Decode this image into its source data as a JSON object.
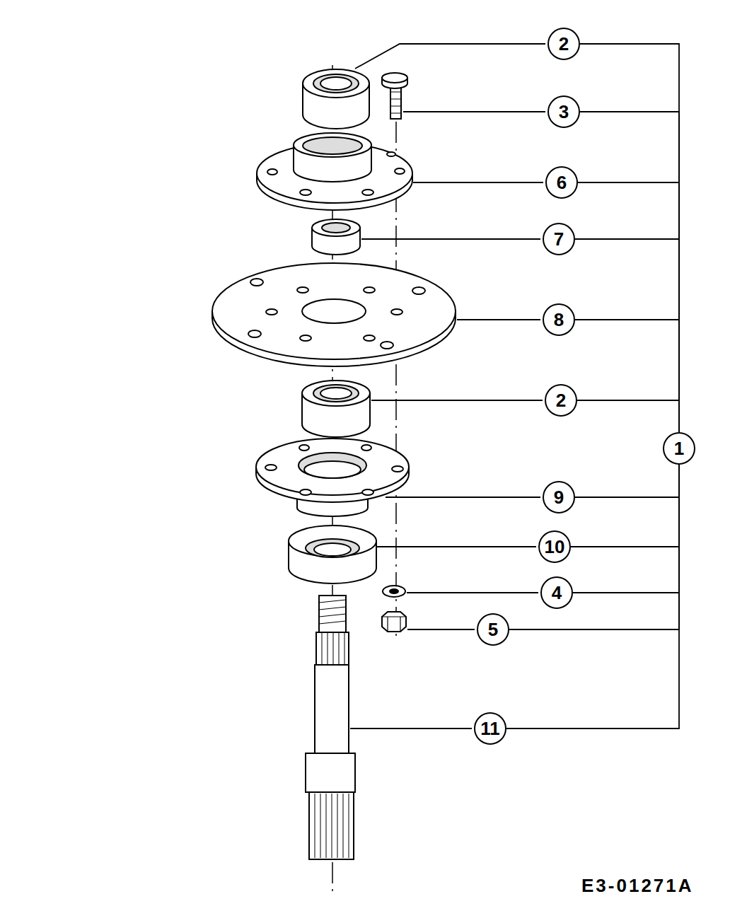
{
  "diagram": {
    "nodes": [
      {
        "text": [
          "2"
        ]
      },
      {
        "text": [
          "3"
        ]
      },
      {
        "text": [
          "6"
        ]
      },
      {
        "text": [
          "7"
        ]
      },
      {
        "text": [
          "8"
        ]
      },
      {
        "text": [
          "2"
        ]
      },
      {
        "text": [
          "1"
        ]
      },
      {
        "text": [
          "9"
        ]
      },
      {
        "text": [
          "10"
        ]
      },
      {
        "text": [
          "4"
        ]
      },
      {
        "text": [
          "5"
        ]
      },
      {
        "text": [
          "11"
        ]
      }
    ],
    "edges": [
      {
        "from": 0,
        "to": 6,
        "arrow": "none"
      },
      {
        "from": 1,
        "to": 6,
        "arrow": "none"
      },
      {
        "from": 2,
        "to": 6,
        "arrow": "none"
      },
      {
        "from": 3,
        "to": 6,
        "arrow": "none"
      },
      {
        "from": 4,
        "to": 6,
        "arrow": "none"
      },
      {
        "from": 5,
        "to": 6,
        "arrow": "none"
      },
      {
        "from": 7,
        "to": 6,
        "arrow": "none"
      },
      {
        "from": 8,
        "to": 6,
        "arrow": "none"
      },
      {
        "from": 9,
        "to": 6,
        "arrow": "none"
      },
      {
        "from": 10,
        "to": 6,
        "arrow": "none"
      },
      {
        "from": 11,
        "to": 6,
        "arrow": "none"
      }
    ],
    "labels": [
      "E3-01271A"
    ]
  }
}
